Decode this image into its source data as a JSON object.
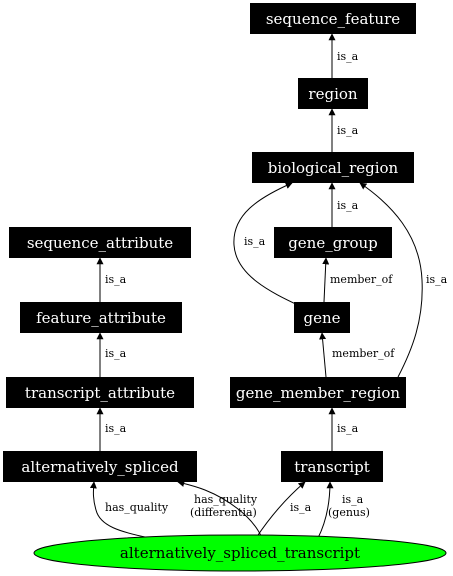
{
  "nodes": {
    "sequence_feature": "sequence_feature",
    "region": "region",
    "biological_region": "biological_region",
    "gene_group": "gene_group",
    "gene": "gene",
    "gene_member_region": "gene_member_region",
    "transcript": "transcript",
    "sequence_attribute": "sequence_attribute",
    "feature_attribute": "feature_attribute",
    "transcript_attribute": "transcript_attribute",
    "alternatively_spliced": "alternatively_spliced",
    "alternatively_spliced_transcript": "alternatively_spliced_transcript"
  },
  "edges": {
    "region_sequence_feature": "is_a",
    "biological_region_region": "is_a",
    "gene_group_biological_region": "is_a",
    "gene_biological_region": "is_a",
    "gene_gene_group": "member_of",
    "gene_member_region_biological_region": "is_a",
    "gene_member_region_gene": "member_of",
    "transcript_gene_member_region": "is_a",
    "feature_attribute_sequence_attribute": "is_a",
    "transcript_attribute_feature_attribute": "is_a",
    "alternatively_spliced_transcript_attribute": "is_a",
    "ast_alternatively_spliced_quality": "has_quality",
    "ast_alternatively_spliced_differentia_line1": "has_quality",
    "ast_alternatively_spliced_differentia_line2": "(differentia)",
    "ast_transcript_is_a": "is_a",
    "ast_transcript_genus_line1": "is_a",
    "ast_transcript_genus_line2": "(genus)"
  },
  "colors": {
    "node_fill": "#000000",
    "node_text": "#ffffff",
    "ellipse_fill": "#00ff00"
  }
}
